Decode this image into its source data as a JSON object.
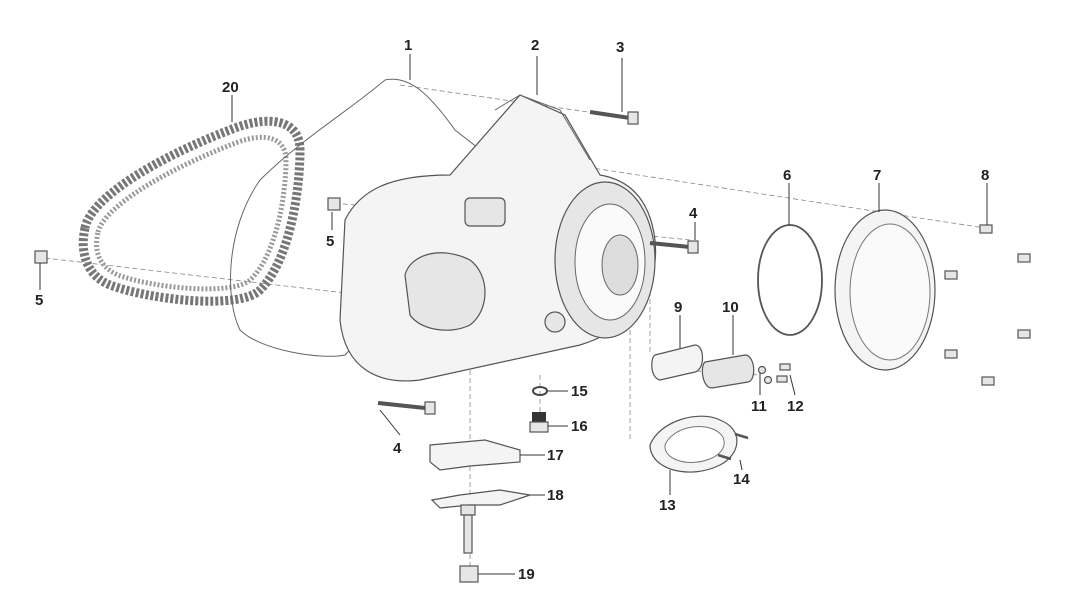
{
  "callouts": {
    "c1": "1",
    "c2": "2",
    "c3": "3",
    "c4a": "4",
    "c4b": "4",
    "c5a": "5",
    "c5b": "5",
    "c6": "6",
    "c7": "7",
    "c8": "8",
    "c9": "9",
    "c10": "10",
    "c11": "11",
    "c12": "12",
    "c13": "13",
    "c14": "14",
    "c15": "15",
    "c16": "16",
    "c17": "17",
    "c18": "18",
    "c19": "19",
    "c20": "20"
  }
}
